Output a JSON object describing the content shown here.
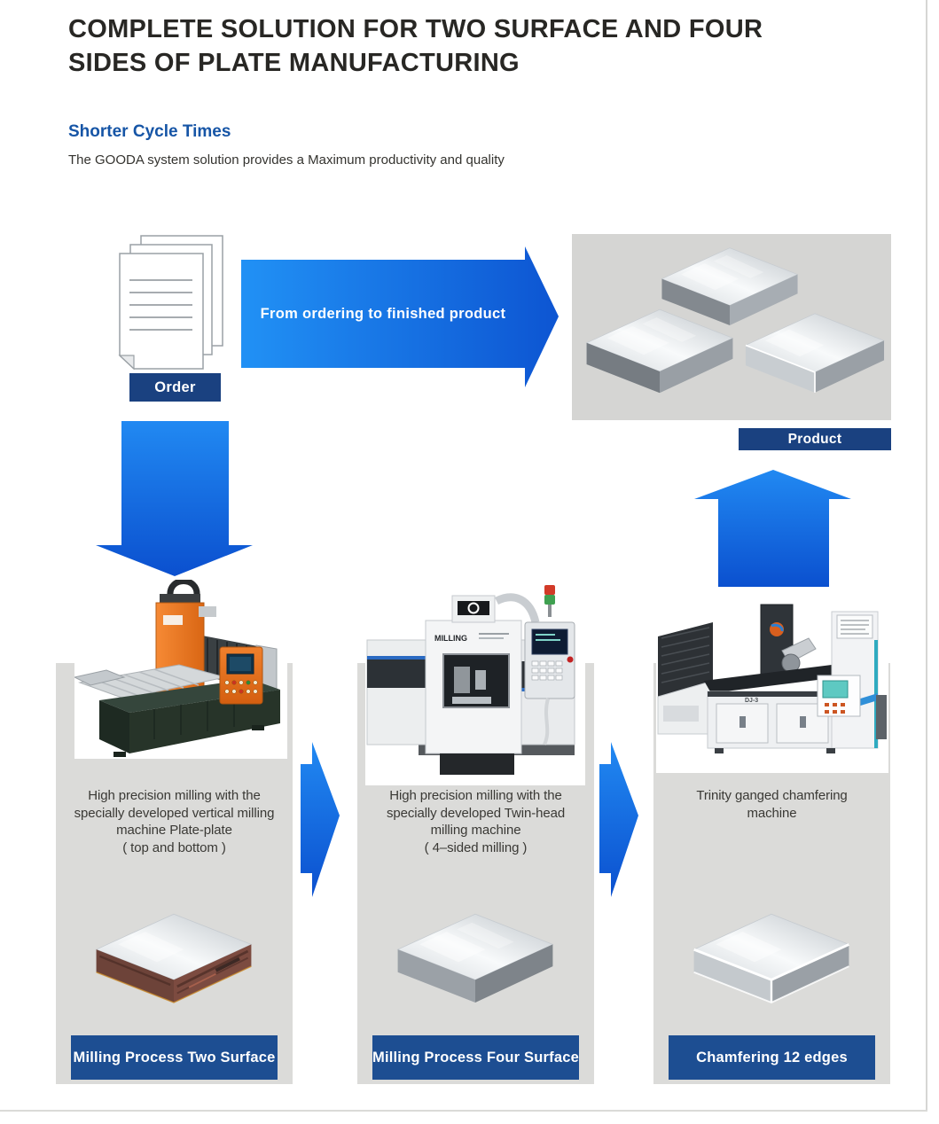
{
  "header": {
    "title_line1": "COMPLETE SOLUTION FOR TWO SURFACE AND FOUR",
    "title_line2": "SIDES OF PLATE MANUFACTURING",
    "section_heading": "Shorter Cycle Times",
    "section_subtitle": "The GOODA system solution provides a Maximum productivity and quality"
  },
  "flow": {
    "order_label": "Order",
    "arrow_label": "From ordering to finished product",
    "product_label": "Product"
  },
  "machine_photo_text": {
    "twin_head_label": "MILLING",
    "chamfering_label": "DJ-3"
  },
  "stations": [
    {
      "line1": "High precision milling with the",
      "line2": "specially developed vertical milling",
      "line3": "machine Plate-plate",
      "line4": "( top and bottom )",
      "button_label": "Milling Process Two Surface"
    },
    {
      "line1": "High precision milling with the",
      "line2": "specially developed Twin-head",
      "line3": "milling machine",
      "line4": "( 4–sided milling )",
      "button_label": "Milling Process Four Surface"
    },
    {
      "line1": "Trinity ganged chamfering",
      "line2": "machine",
      "line3": "",
      "line4": "",
      "button_label": "Chamfering 12 edges"
    }
  ],
  "colors": {
    "arrow_blue_start": "#2191f5",
    "arrow_blue_end": "#0d55d2",
    "label_navy": "#1a4180",
    "button_navy": "#1d4e92",
    "panel_gray": "#dbdbd9",
    "product_gray": "#d5d5d3",
    "heading_blue": "#1655a6"
  }
}
